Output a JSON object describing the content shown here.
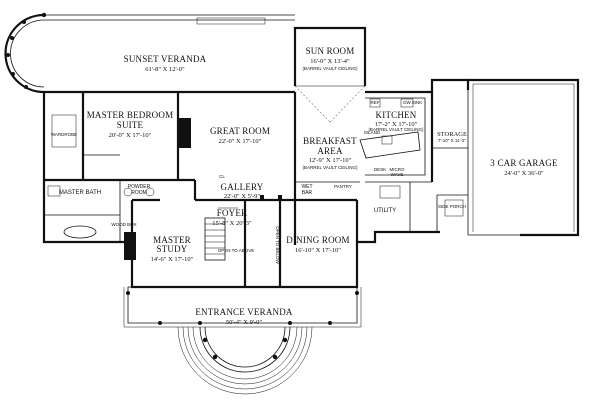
{
  "rooms": {
    "sunset_veranda": {
      "name": "SUNSET VERANDA",
      "dim": "61'-8\" X 12'-0\""
    },
    "sun_room": {
      "name": "SUN ROOM",
      "dim": "16'-0\" X 13'-4\"",
      "note": "(BARREL VAULT CEILING)"
    },
    "master_bedroom": {
      "name1": "MASTER BEDROOM",
      "name2": "SUITE",
      "dim": "20'-0\" X 17'-10\""
    },
    "great_room": {
      "name": "GREAT ROOM",
      "dim": "22'-0\" X 17'-10\""
    },
    "breakfast": {
      "name1": "BREAKFAST",
      "name2": "AREA",
      "dim": "12'-9\" X 17'-10\"",
      "note": "(BARREL VAULT CEILING)"
    },
    "kitchen": {
      "name": "KITCHEN",
      "dim": "17'-2\" X 17'-10\"",
      "note": "(BARREL VAULT CEILING)"
    },
    "storage": {
      "name": "STORAGE",
      "dim": "7'-10\" X 11'-2\""
    },
    "garage": {
      "name": "3 CAR GARAGE",
      "dim": "24'-0\" X 36'-0\""
    },
    "gallery": {
      "name": "GALLERY",
      "dim": "22'-0\" X 5'-9\""
    },
    "foyer": {
      "name": "FOYER",
      "dim": "15'-8\" X 20'-3\""
    },
    "master_study": {
      "name1": "MASTER",
      "name2": "STUDY",
      "dim": "14'-6\" X 17'-10\""
    },
    "dining": {
      "name": "DINING ROOM",
      "dim": "16'-10\" X 17'-10\""
    },
    "entrance": {
      "name": "ENTRANCE VERANDA",
      "dim": "50'-4\" X 9'-0\""
    }
  },
  "labels": {
    "master_bath": "MASTER BATH",
    "powder": "POWDER",
    "powder2": "ROOM",
    "wardrobe": "WARDROBE",
    "wet_bar": "WET",
    "wet_bar2": "BAR",
    "utility": "UTILITY",
    "side_porch": "SIDE PORCH",
    "pantry": "PANTRY",
    "open_above": "OPEN TO ABOVE",
    "open_below": "OPEN TO BELOW",
    "ref": "REF",
    "micro": "MICRO",
    "wave": "WAVE",
    "dw": "DW",
    "island": "ISLAND",
    "desk": "DESK",
    "sink": "SINK",
    "wood_box": "WOOD BOX",
    "closet": "CL"
  }
}
